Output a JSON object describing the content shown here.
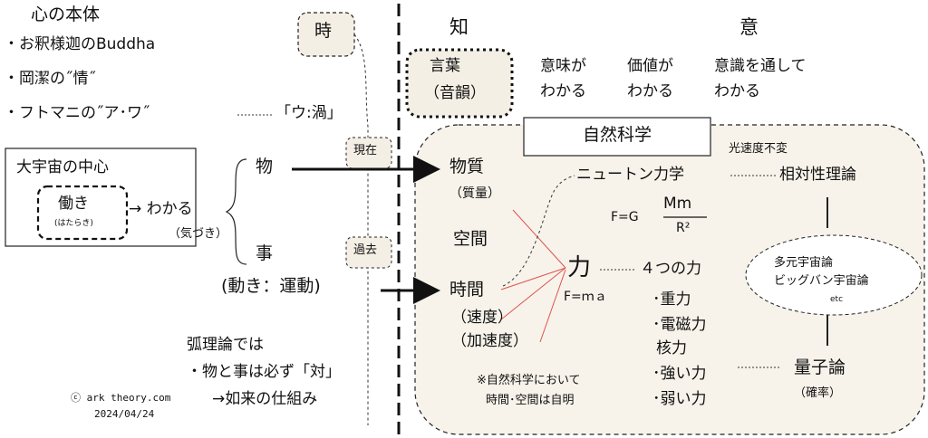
{
  "left": {
    "title": "心の本体",
    "bullets": [
      "・お釈様迦のBuddha",
      "・岡潔の˝情˝",
      "・フトマニの˝ア･ワ˝"
    ],
    "uzu": "「ウ:渦」",
    "center_box_title": "大宇宙の中心",
    "hataraki": "働き",
    "hataraki_reading": "(はたらき)",
    "arrow_text": "→ わかる",
    "kizuki": "（気づき）",
    "mono": "物",
    "koto": "事",
    "koto_sub": "(動き：運動)",
    "ko_title": "弧理論では",
    "ko_line1": "・物と事は必ず「対」",
    "ko_line2": "→如来の仕組み",
    "copyright": "ⓒ ark theory.com",
    "date": "2024/04/24"
  },
  "time": {
    "label": "時",
    "present": "現在",
    "past": "過去"
  },
  "headers": {
    "chi": "知",
    "i": "意"
  },
  "top_row": {
    "kotoba": "言葉",
    "inyun": "（音韻）",
    "imi": [
      "意味が",
      "わかる"
    ],
    "kachi": [
      "価値が",
      "わかる"
    ],
    "ishiki": [
      "意識を通して",
      "わかる"
    ]
  },
  "science": {
    "title": "自然科学",
    "busshitsu": "物質",
    "shitsuryo": "（質量）",
    "kukan": "空間",
    "jikan": "時間",
    "sokudo": "（速度）",
    "kasokudo": "（加速度）",
    "newton": "ニュートン力学",
    "formula_prefix": "F=G",
    "formula_num": "Mm",
    "formula_den": "R²",
    "koso": "光速度不変",
    "relativity": "相対性理論",
    "chikara": "力",
    "fma": "F=ｍａ",
    "four_forces": "４つの力",
    "forces": [
      "･重力",
      "･電磁力",
      "核力",
      "･強い力",
      "･弱い力"
    ],
    "multiverse": [
      "多元宇宙論",
      "ビッグバン宇宙論",
      "etc"
    ],
    "quantum": "量子論",
    "kakuritsu": "（確率）",
    "note1": "※自然科学において",
    "note2": "時間･空間は自明"
  }
}
